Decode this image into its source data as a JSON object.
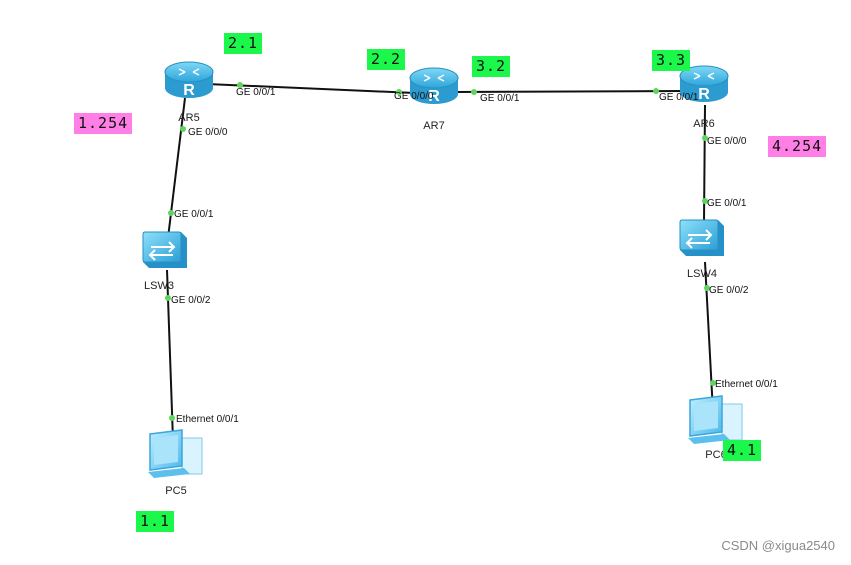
{
  "devices": {
    "ar5": {
      "name": "AR5"
    },
    "ar7": {
      "name": "AR7"
    },
    "ar6": {
      "name": "AR6"
    },
    "lsw3": {
      "name": "LSW3"
    },
    "lsw4": {
      "name": "LSW4"
    },
    "pc5": {
      "name": "PC5"
    },
    "pc6": {
      "name": "PC6"
    }
  },
  "ports": {
    "ar5_ge001": "GE 0/0/1",
    "ar5_ge000": "GE 0/0/0",
    "ar7_ge000": "GE 0/0/0",
    "ar7_ge001": "GE 0/0/1",
    "ar6_ge001": "GE 0/0/1",
    "ar6_ge000": "GE 0/0/0",
    "lsw3_ge001": "GE 0/0/1",
    "lsw3_ge002": "GE 0/0/2",
    "lsw4_ge001": "GE 0/0/1",
    "lsw4_ge002": "GE 0/0/2",
    "pc5_eth": "Ethernet 0/0/1",
    "pc6_eth": "Ethernet 0/0/1"
  },
  "ip_labels": {
    "ar5_wan": "2.1",
    "ar7_left": "2.2",
    "ar7_right": "3.2",
    "ar6_wan": "3.3",
    "ar5_lan": "1.254",
    "ar6_lan": "4.254",
    "pc5": "1.1",
    "pc6": "4.1"
  },
  "colors": {
    "ip_green": "#1bf84b",
    "ip_pink": "#ff7fe7",
    "port_dot": "#5cd65c",
    "device_blue": "#3fb6e8"
  },
  "watermark": "CSDN @xigua2540"
}
